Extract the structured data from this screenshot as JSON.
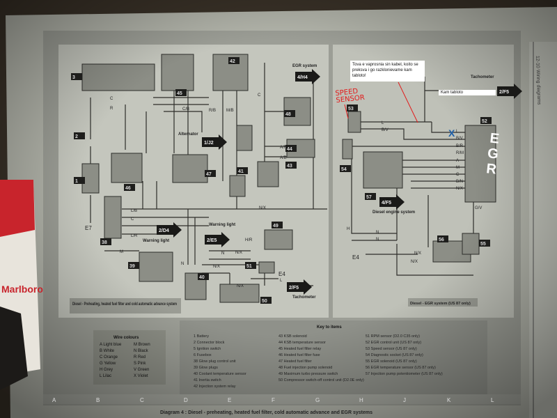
{
  "photo": {
    "header_right": "12-10 Wiring diagrams",
    "diagram_title": "Diagram 4 : Diesel - preheating, heated fuel filter, cold automatic advance and EGR systems",
    "grid_letters": [
      "A",
      "B",
      "C",
      "D",
      "E",
      "F",
      "G",
      "H",
      "J",
      "K",
      "L"
    ],
    "left_caption": "Diesel - Preheating, heated fuel filter and cold automatic advance system",
    "right_caption": "Diesel - EGR system (US 87 only)",
    "component_numbers": [
      "3",
      "45",
      "42",
      "2",
      "1",
      "46",
      "47",
      "48",
      "43",
      "44",
      "41",
      "38",
      "39",
      "40",
      "49",
      "51",
      "50",
      "53",
      "54",
      "57",
      "52",
      "56",
      "55"
    ],
    "ground_labels": [
      "E7",
      "E4",
      "E4"
    ],
    "arrow_refs": [
      {
        "ref": "4/H4",
        "label": "EGR system"
      },
      {
        "ref": "1/J2",
        "label": "Alternator"
      },
      {
        "ref": "2/D4",
        "label": "Warning light"
      },
      {
        "ref": "2/E5",
        "label": "Warning light"
      },
      {
        "ref": "2/F5",
        "label": "Tachometer"
      },
      {
        "ref": "2/F5",
        "label": "Tachometer"
      },
      {
        "ref": "4/F5",
        "label": "Diesel engine system"
      }
    ],
    "wire_labels_left": [
      "C",
      "R",
      "C/B",
      "M/B",
      "R/B",
      "C",
      "A/R",
      "A/B",
      "N/X",
      "L/B",
      "C",
      "L/R",
      "M",
      "N",
      "H/R",
      "N",
      "N/X",
      "N/X",
      "N/X",
      "L"
    ],
    "wire_labels_right": [
      "L",
      "B/V",
      "L",
      "B/V",
      "B/R",
      "R/M",
      "A",
      "M",
      "C",
      "B/N",
      "N/X",
      "H",
      "N",
      "N",
      "N/X",
      "N/X",
      "G/V"
    ],
    "wire_colours": {
      "title": "Wire colours",
      "items": [
        "A Light blue",
        "M Brown",
        "B White",
        "N Black",
        "C Orange",
        "R Red",
        "G Yellow",
        "S Pink",
        "H Grey",
        "V Green",
        "L Lilac",
        "X Violet"
      ]
    },
    "key": {
      "title": "Key to items",
      "columns": [
        [
          "1 Battery",
          "2 Connector block",
          "5 Ignition switch",
          "6 Fusebox",
          "38 Glow plug control unit",
          "39 Glow plugs",
          "40 Coolant temperature sensor",
          "41 Inertia switch",
          "42 Injection system relay"
        ],
        [
          "43 KSB solenoid",
          "44 KSB temperature sensor",
          "45 Heated fuel filter relay",
          "46 Heated fuel filter fuse",
          "47 Heated fuel filter",
          "48 Fuel injection pump solenoid",
          "49 Maximum turbo pressure switch",
          "50 Compressor switch-off control unit (D2.0E only)"
        ],
        [
          "51 RPM sensor (D2.0 C35 only)",
          "52 EGR control unit (US 87 only)",
          "53 Speed sensor (US 87 only)",
          "54 Diagnostic socket (US 87 only)",
          "55 EGR solenoid (US 87 only)",
          "56 EGR temperature sensor (US 87 only)",
          "57 Injection pump potentiometer (US 87 only)"
        ]
      ]
    },
    "cigarette_pack_text": "Marlboro"
  },
  "annotations": {
    "note_1": "Tova e vaprosnia sin kabel, koito se preksva i go razklonievame kam tabloto!",
    "note_2": "Kam tabloto",
    "speed_sensor_label": "SPEED SENSOR",
    "egr_label": "EGR",
    "marker": "X",
    "colors": {
      "red": "#e21b1b",
      "blue": "#1f5fa8",
      "white": "#ffffff"
    }
  }
}
